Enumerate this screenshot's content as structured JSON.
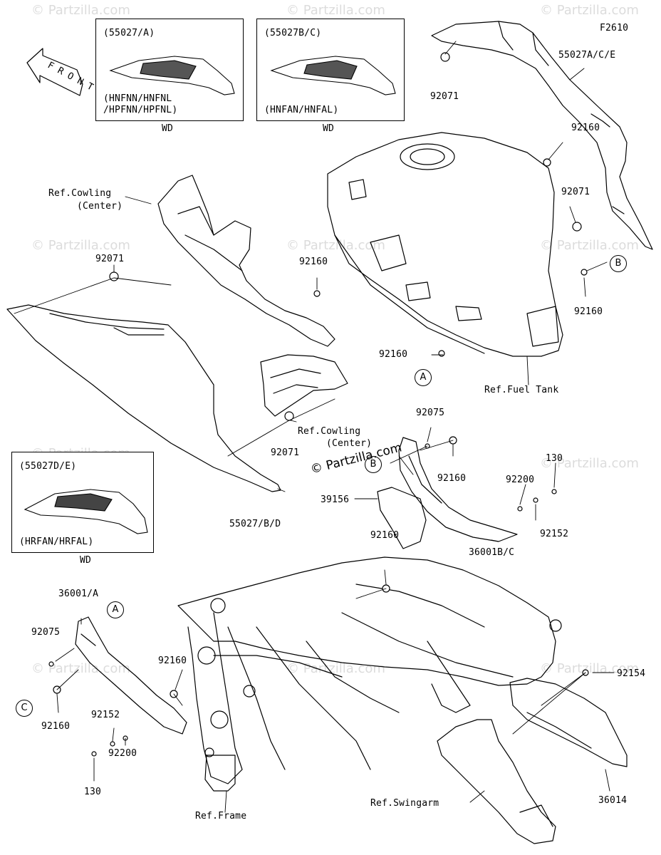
{
  "figure_code": "F2610",
  "front_label": "FRONT",
  "watermark": "© Partzilla.com",
  "center_watermark": "© Partzilla.com",
  "insets": {
    "a": {
      "title": "(55027/A)",
      "models_line1": "(HNFNN/HNFNL",
      "models_line2": "/HPFNN/HPFNL)",
      "tag": "WD"
    },
    "bc": {
      "title": "(55027B/C)",
      "models": "(HNFAN/HNFAL)",
      "tag": "WD"
    },
    "de": {
      "title": "(55027D/E)",
      "models": "(HRFAN/HRFAL)",
      "tag": "WD"
    }
  },
  "parts": {
    "p55027ace": "55027A/C/E",
    "p92071_top": "92071",
    "p92160_r1": "92160",
    "p92071_r": "92071",
    "p92160_b": "92160",
    "ref_cowling_center_1_line1": "Ref.Cowling",
    "ref_cowling_center_1_line2": "(Center)",
    "p92071_l": "92071",
    "p92160_tank": "92160",
    "p92160_a": "92160",
    "ref_fuel_tank": "Ref.Fuel Tank",
    "ref_cowling_center_2_line1": "Ref.Cowling",
    "ref_cowling_center_2_line2": "(Center)",
    "p92071_mid": "92071",
    "p55027bd": "55027/B/D",
    "p92075_top": "92075",
    "p92160_mid": "92160",
    "p130_r": "130",
    "p92200_r": "92200",
    "p92152_r": "92152",
    "p39156": "39156",
    "p92160_lower": "92160",
    "p36001bc": "36001B/C",
    "p36001a": "36001/A",
    "p92075_l": "92075",
    "p92160_c": "92160",
    "p92160_frame": "92160",
    "p92152_l": "92152",
    "p92200_l": "92200",
    "p130_l": "130",
    "p92154": "92154",
    "p36014": "36014",
    "ref_swingarm": "Ref.Swingarm",
    "ref_frame": "Ref.Frame"
  },
  "refs": {
    "A": "A",
    "B": "B",
    "C": "C"
  }
}
